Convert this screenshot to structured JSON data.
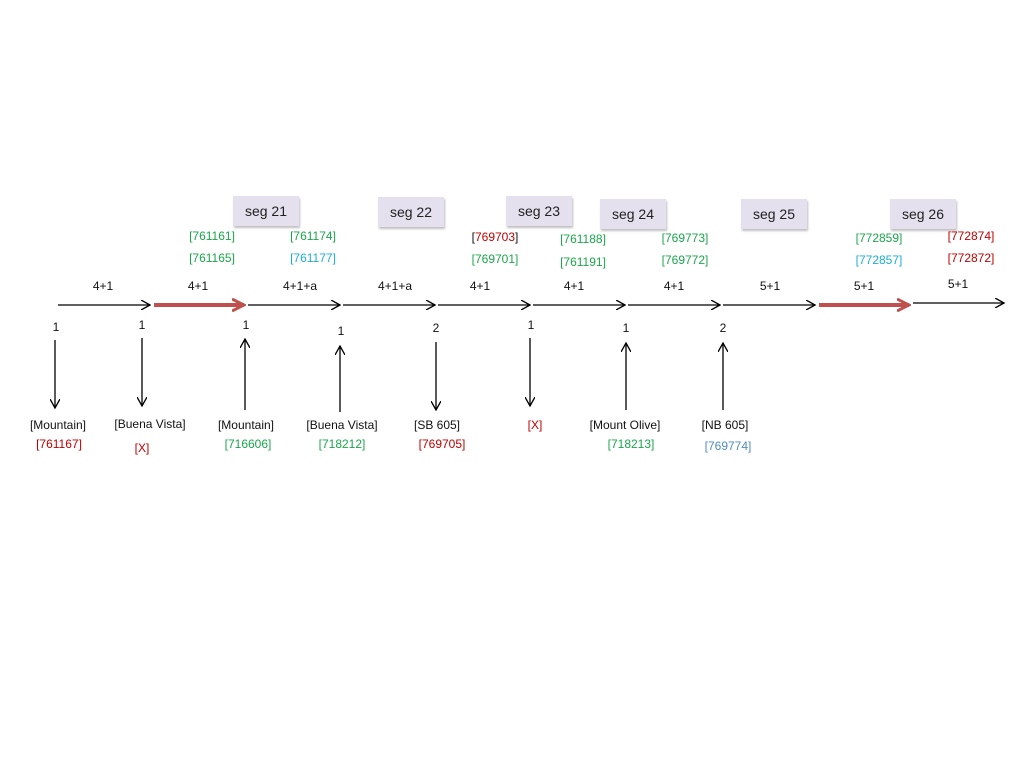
{
  "segments": [
    {
      "label": "seg 21"
    },
    {
      "label": "seg 22"
    },
    {
      "label": "seg 23"
    },
    {
      "label": "seg 24"
    },
    {
      "label": "seg 25"
    },
    {
      "label": "seg 26"
    }
  ],
  "ids_top": [
    {
      "text": "[761161]",
      "color": "#1aa64a"
    },
    {
      "text": "[761165]",
      "color": "#1aa64a"
    },
    {
      "text": "[761174]",
      "color": "#1aa64a"
    },
    {
      "text": "[761177]",
      "color": "#1aaed6"
    },
    {
      "text": "769703",
      "color": "#c00000"
    },
    {
      "text": "[769701]",
      "color": "#1aa64a"
    },
    {
      "text": "[761188]",
      "color": "#1aa64a"
    },
    {
      "text": "[761191]",
      "color": "#1aa64a"
    },
    {
      "text": "[769773]",
      "color": "#1aa64a"
    },
    {
      "text": "[769772]",
      "color": "#1aa64a"
    },
    {
      "text": "[772859]",
      "color": "#1aa64a"
    },
    {
      "text": "[772857]",
      "color": "#1aaed6"
    },
    {
      "text": "[772874]",
      "color": "#c00000"
    },
    {
      "text": "[772872]",
      "color": "#c00000"
    }
  ],
  "lanes": [
    "4+1",
    "4+1",
    "4+1+a",
    "4+1+a",
    "4+1",
    "4+1",
    "4+1",
    "5+1",
    "5+1",
    "5+1"
  ],
  "ramp_counts": [
    "1",
    "1",
    "1",
    "1",
    "2",
    "1",
    "1",
    "2"
  ],
  "ramps": [
    {
      "direction": "off",
      "name": "[Mountain]",
      "id": "[761167]",
      "id_color": "#c00000"
    },
    {
      "direction": "off",
      "name": "[Buena Vista]",
      "id": "[X]",
      "id_color": "#c00000"
    },
    {
      "direction": "on",
      "name": "[Mountain]",
      "id": "[716606]",
      "id_color": "#1aa64a"
    },
    {
      "direction": "on",
      "name": "[Buena Vista]",
      "id": "[718212]",
      "id_color": "#1aa64a"
    },
    {
      "direction": "off",
      "name": "[SB 605]",
      "id": "[769705]",
      "id_color": "#c00000"
    },
    {
      "direction": "off",
      "name": "",
      "id": "[X]",
      "id_color": "#c00000"
    },
    {
      "direction": "on",
      "name": "[Mount Olive]",
      "id": "[718213]",
      "id_color": "#1aa64a"
    },
    {
      "direction": "on",
      "name": "[NB 605]",
      "id": "[769774]",
      "id_color": "#4f8cc0"
    }
  ],
  "highlight_segments_color": "#c0504d"
}
